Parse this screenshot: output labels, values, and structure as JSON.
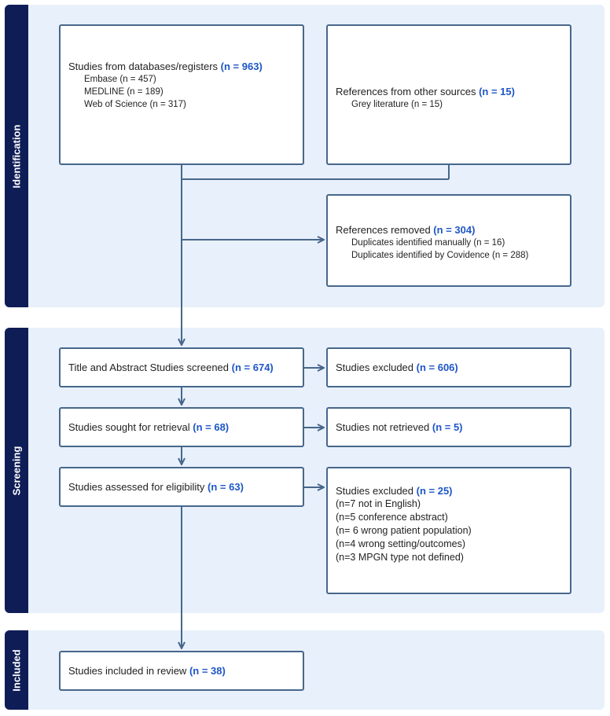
{
  "sections": {
    "identification": "Identification",
    "screening": "Screening",
    "included": "Included"
  },
  "identification": {
    "databases": {
      "label": "Studies from databases/registers",
      "count": "(n = 963)",
      "items": [
        "Embase (n = 457)",
        "MEDLINE (n = 189)",
        "Web of Science (n = 317)"
      ]
    },
    "other_sources": {
      "label": "References from other sources",
      "count": "(n = 15)",
      "items": [
        "Grey literature (n = 15)"
      ]
    },
    "removed": {
      "label": "References removed",
      "count": "(n = 304)",
      "items": [
        "Duplicates identified manually (n = 16)",
        "Duplicates identified by Covidence (n = 288)"
      ]
    }
  },
  "screening": {
    "screened": {
      "label": "Title and Abstract Studies screened",
      "count": "(n = 674)"
    },
    "excluded_screen": {
      "label": "Studies excluded",
      "count": "(n = 606)"
    },
    "sought": {
      "label": "Studies sought for retrieval",
      "count": "(n = 68)"
    },
    "not_retrieved": {
      "label": "Studies not retrieved",
      "count": "(n = 5)"
    },
    "assessed": {
      "label": "Studies assessed for eligibility",
      "count": "(n = 63)"
    },
    "excluded_full": {
      "label": "Studies excluded",
      "count": "(n = 25)",
      "reasons": [
        "(n=7 not in English)",
        "(n=5 conference abstract)",
        "(n= 6 wrong patient population)",
        "(n=4 wrong setting/outcomes)",
        "(n=3 MPGN type not defined)"
      ]
    }
  },
  "included": {
    "final": {
      "label": "Studies included in review",
      "count": "(n = 38)"
    }
  },
  "colors": {
    "section_bg": "#e8f0fb",
    "section_tab": "#0f1d57",
    "box_border": "#47678b",
    "count_text": "#1e56c7",
    "arrow": "#47678b"
  }
}
